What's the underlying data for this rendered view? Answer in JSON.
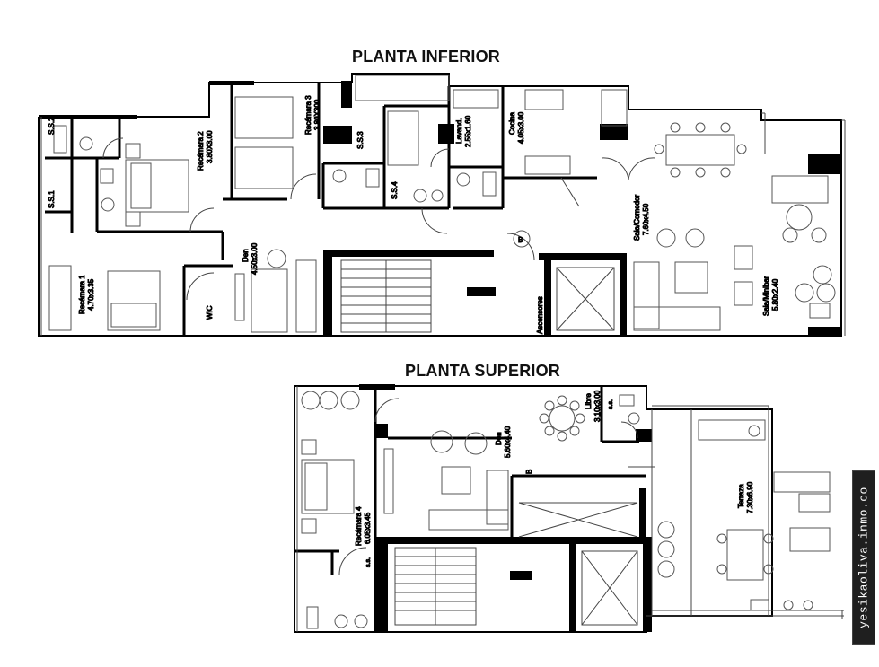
{
  "titles": {
    "lower": "PLANTA INFERIOR",
    "upper": "PLANTA SUPERIOR"
  },
  "watermark": "yesikaoliva.inmo.co",
  "labels": {
    "ss2": "S.S.2",
    "ss1": "S.S.1",
    "recamara2_name": "Recámara 2",
    "recamara2_size": "3.80X3.00",
    "recamara3_name": "Recámara 3",
    "recamara3_size": "3.80X300",
    "ss3": "S.S.3",
    "ss4": "S.S.4",
    "lavand_name": "Lavand.",
    "lavand_size": "2.55x1.60",
    "cocina_name": "Cocina",
    "cocina_size": "4.05x3.00",
    "sala_comedor_name": "Sala/Comedor",
    "sala_comedor_size": "7.60x4.50",
    "sala_minibar_name": "Sala/Minibar",
    "sala_minibar_size": "5.80x2.40",
    "recamara1_name": "Recámara 1",
    "recamara1_size": "4.70x3.35",
    "den_lower_name": "Den",
    "den_lower_size": "4.50x3.00",
    "wic": "WIC",
    "ascensores": "Ascensores",
    "b_marker": "B",
    "den_upper_name": "Den",
    "den_upper_size": "5.60x4.40",
    "libre_name": "Libre",
    "libre_size": "3.10x3.00",
    "ss_upper_right": "s.s.",
    "b_upper": "B",
    "recamara4_name": "Recámara 4",
    "recamara4_size": "6.05x3.45",
    "ss_upper_left": "s.s.",
    "terraza_name": "Terraza",
    "terraza_size": "7.30x6.90"
  },
  "colors": {
    "wall": "#000000",
    "line": "#333333",
    "furniture": "#555555",
    "watermark_bg": "#1f1f1f"
  }
}
